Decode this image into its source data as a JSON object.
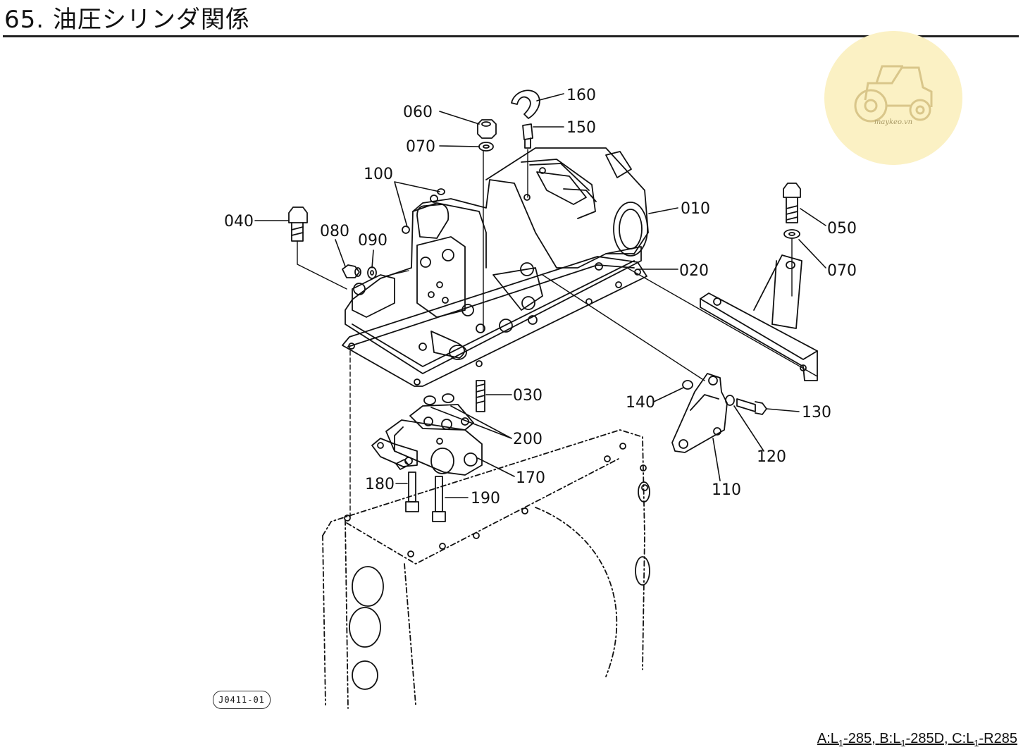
{
  "header": {
    "title": "65. 油圧シリンダ関係"
  },
  "logo": {
    "site": "maykeo.vn",
    "icon": "tractor-icon",
    "color": "#fbf1c4"
  },
  "figure_code": "J0411-01",
  "models": {
    "a_prefix": "A:L",
    "a_sub": "1",
    "a_suffix": "-285, ",
    "b_prefix": "B:L",
    "b_sub": "1",
    "b_suffix": "-285D, ",
    "c_prefix": "C:L",
    "c_sub": "1",
    "c_suffix": "-R285"
  },
  "callouts": [
    "160",
    "060",
    "150",
    "070",
    "100",
    "010",
    "040",
    "080",
    "090",
    "050",
    "070",
    "020",
    "030",
    "200",
    "140",
    "130",
    "120",
    "170",
    "180",
    "190",
    "110"
  ]
}
